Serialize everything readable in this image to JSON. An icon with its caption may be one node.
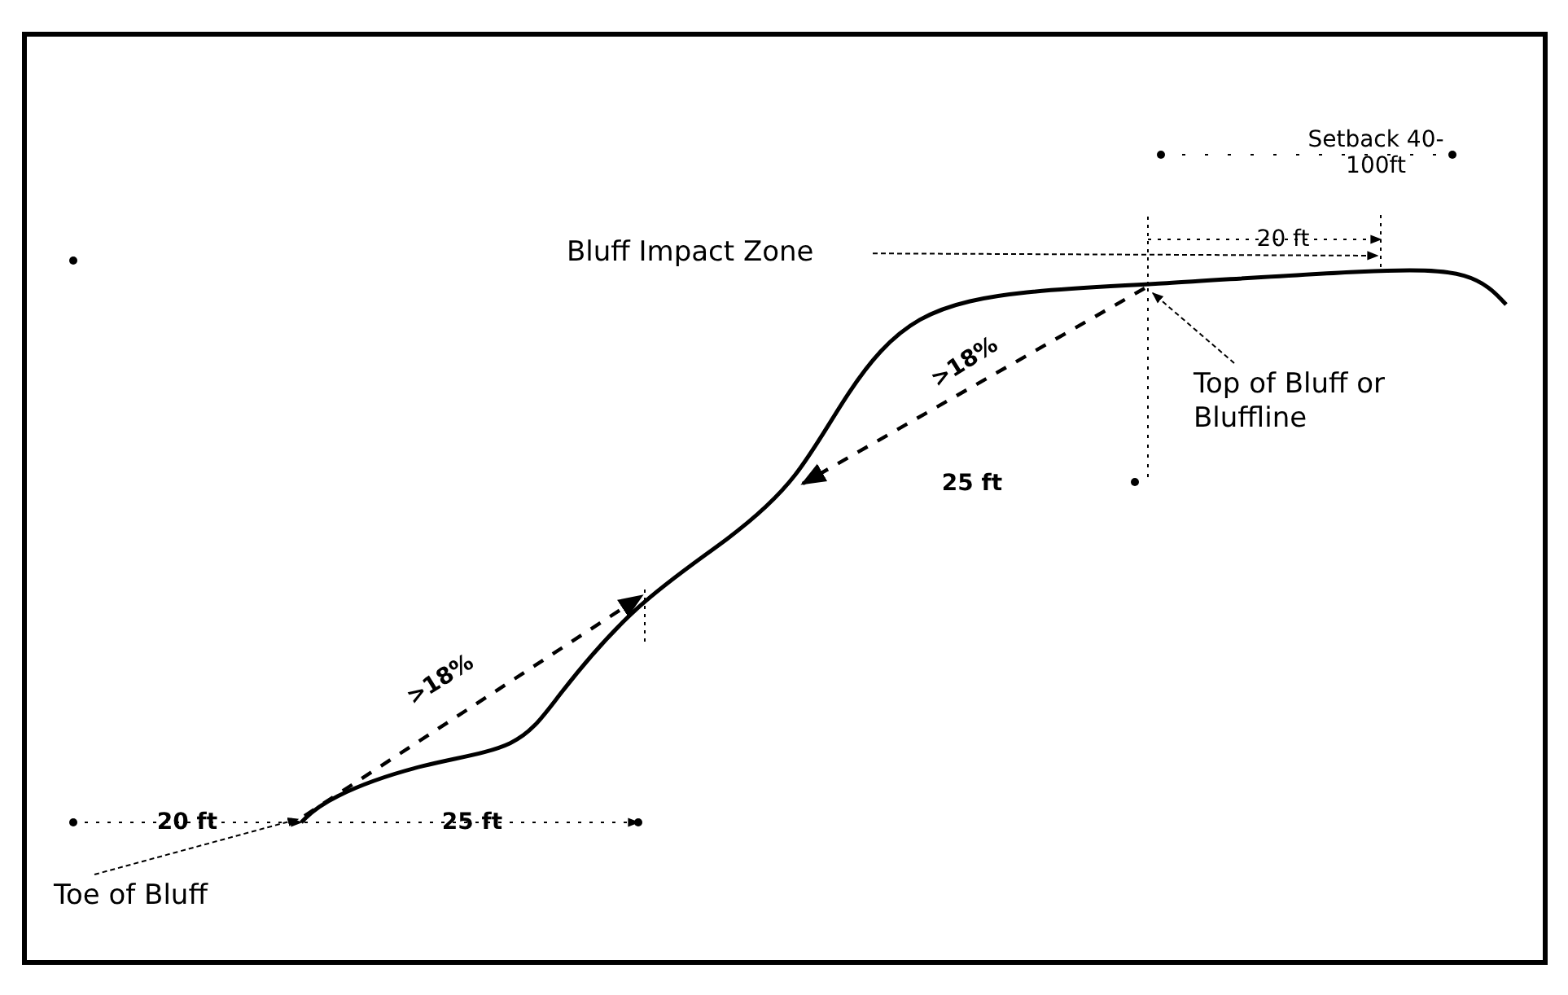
{
  "diagram": {
    "nodes": [
      {
        "text": [
          "Bluff Impact Zone"
        ]
      },
      {
        "text": [
          "Top of Bluff or Bluffline"
        ]
      },
      {
        "text": [
          "Toe of Bluff"
        ]
      }
    ],
    "edges": [
      {
        "from": 0,
        "to": null,
        "arrow": "to"
      },
      {
        "from": 1,
        "to": null,
        "arrow": "to"
      },
      {
        "from": 2,
        "to": null,
        "arrow": "to"
      }
    ],
    "labels": [
      "Setback 40-100ft",
      "20 ft",
      ">18%",
      "25 ft",
      ">18%",
      "20 ft",
      "25 ft"
    ]
  }
}
